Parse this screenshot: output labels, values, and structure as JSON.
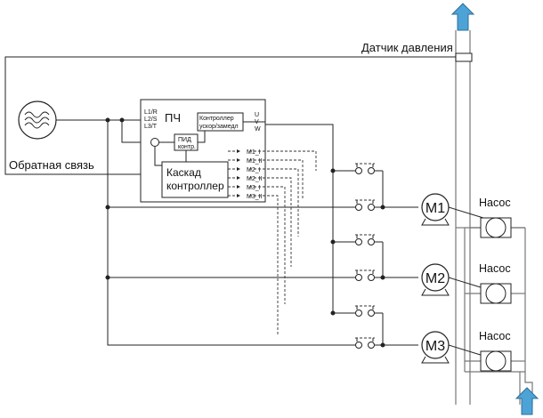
{
  "labels": {
    "pressure_sensor": "Датчик давления",
    "feedback": "Обратная связь",
    "vfd": "ПЧ",
    "vfd_inputs": [
      "L1/R",
      "L2/S",
      "L3/T"
    ],
    "vfd_outputs": [
      "U",
      "V",
      "W"
    ],
    "ramp_controller": [
      "Контроллер",
      "ускор/замедл"
    ],
    "pid": [
      "ПИД",
      "контр."
    ],
    "cascade": [
      "Каскад",
      "контроллер"
    ],
    "relay_outputs": [
      "M1_I",
      "M1_II",
      "M2_I",
      "M2_II",
      "M3_I",
      "M3_II"
    ],
    "motors": [
      "M1",
      "M2",
      "M3"
    ],
    "pump": "Насос"
  },
  "colors": {
    "arrow_fill": "#4ea3d6",
    "arrow_stroke": "#2d6f9a",
    "line": "#222222",
    "pipe": "#777777"
  }
}
